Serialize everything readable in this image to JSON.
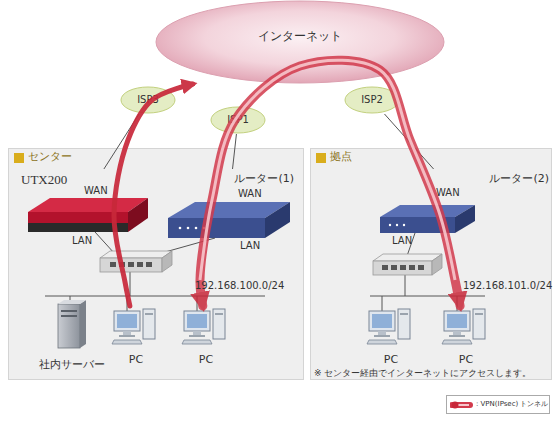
{
  "diagram": {
    "nodes": [
      {
        "text": [
          "インターネット"
        ]
      },
      {
        "text": [
          "ISP3"
        ]
      },
      {
        "text": [
          "ISP1"
        ]
      },
      {
        "text": [
          "ISP2"
        ]
      },
      {
        "text": [
          "センター"
        ]
      },
      {
        "text": [
          "UTX200"
        ],
        "in": 4
      },
      {
        "text": [
          "ルーター(1)"
        ],
        "in": 4
      },
      {
        "text": [
          "PC"
        ],
        "in": 4
      },
      {
        "text": [
          "PC"
        ],
        "in": 4
      },
      {
        "text": [
          "社内サーバー"
        ],
        "in": 4
      },
      {
        "text": [
          "拠点"
        ]
      },
      {
        "text": [
          "ルーター(2)"
        ],
        "in": 10
      },
      {
        "text": [
          "PC"
        ],
        "in": 10
      },
      {
        "text": [
          "PC"
        ],
        "in": 10
      }
    ],
    "edges": [
      {
        "from": 5,
        "to": 1,
        "arrow": "none"
      },
      {
        "from": 6,
        "to": 2,
        "arrow": "none"
      },
      {
        "from": 11,
        "to": 3,
        "arrow": "none"
      },
      {
        "from": 7,
        "to": 0,
        "arrow": "to"
      },
      {
        "from": 8,
        "to": 13,
        "arrow": "both"
      }
    ],
    "labels": [
      "WAN",
      "LAN",
      "WAN",
      "LAN",
      "WAN",
      "LAN",
      "192.168.100.0/24",
      "192.168.101.0/24",
      "※ センター経由でインターネットにアクセスします。"
    ],
    "legend": [
      {
        "text": ": VPN(IPsec) トンネル"
      }
    ]
  }
}
